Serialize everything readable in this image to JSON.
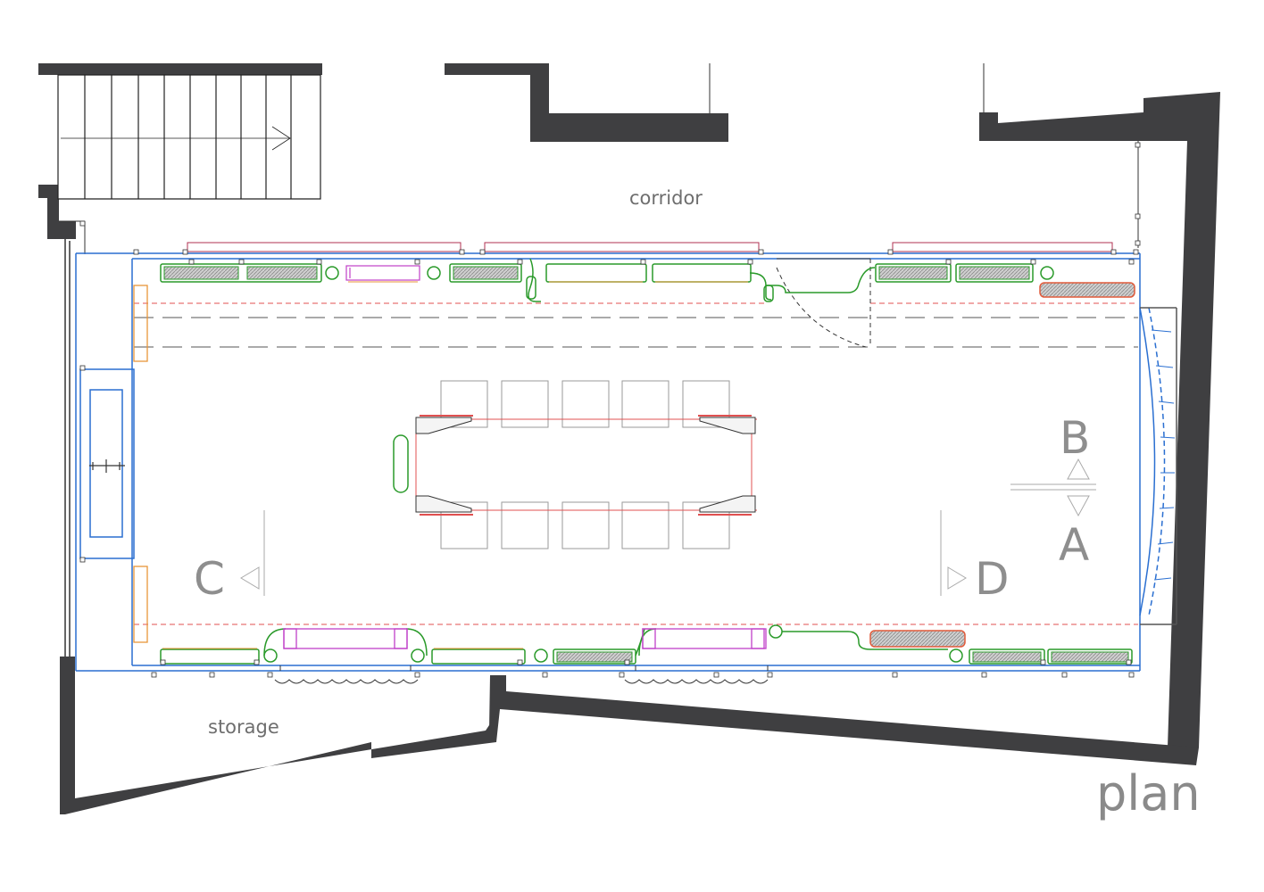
{
  "labels": {
    "corridor": "corridor",
    "storage": "storage",
    "plan": "plan",
    "section_a": "A",
    "section_b": "B",
    "section_c": "C",
    "section_d": "D"
  },
  "colors": {
    "wall": "#3f3f41",
    "wall_line": "#2a6fd1",
    "radiator_green": "#2a9a2a",
    "magenta": "#c040c8",
    "orange": "#e8963a",
    "red_dash": "#e05050",
    "hatch_red": "#e05a3a",
    "chair_gray": "#9a9a9a"
  },
  "icons": {
    "stair_arrow": "arrow-right-icon",
    "section_marker": "triangle-marker-icon"
  }
}
